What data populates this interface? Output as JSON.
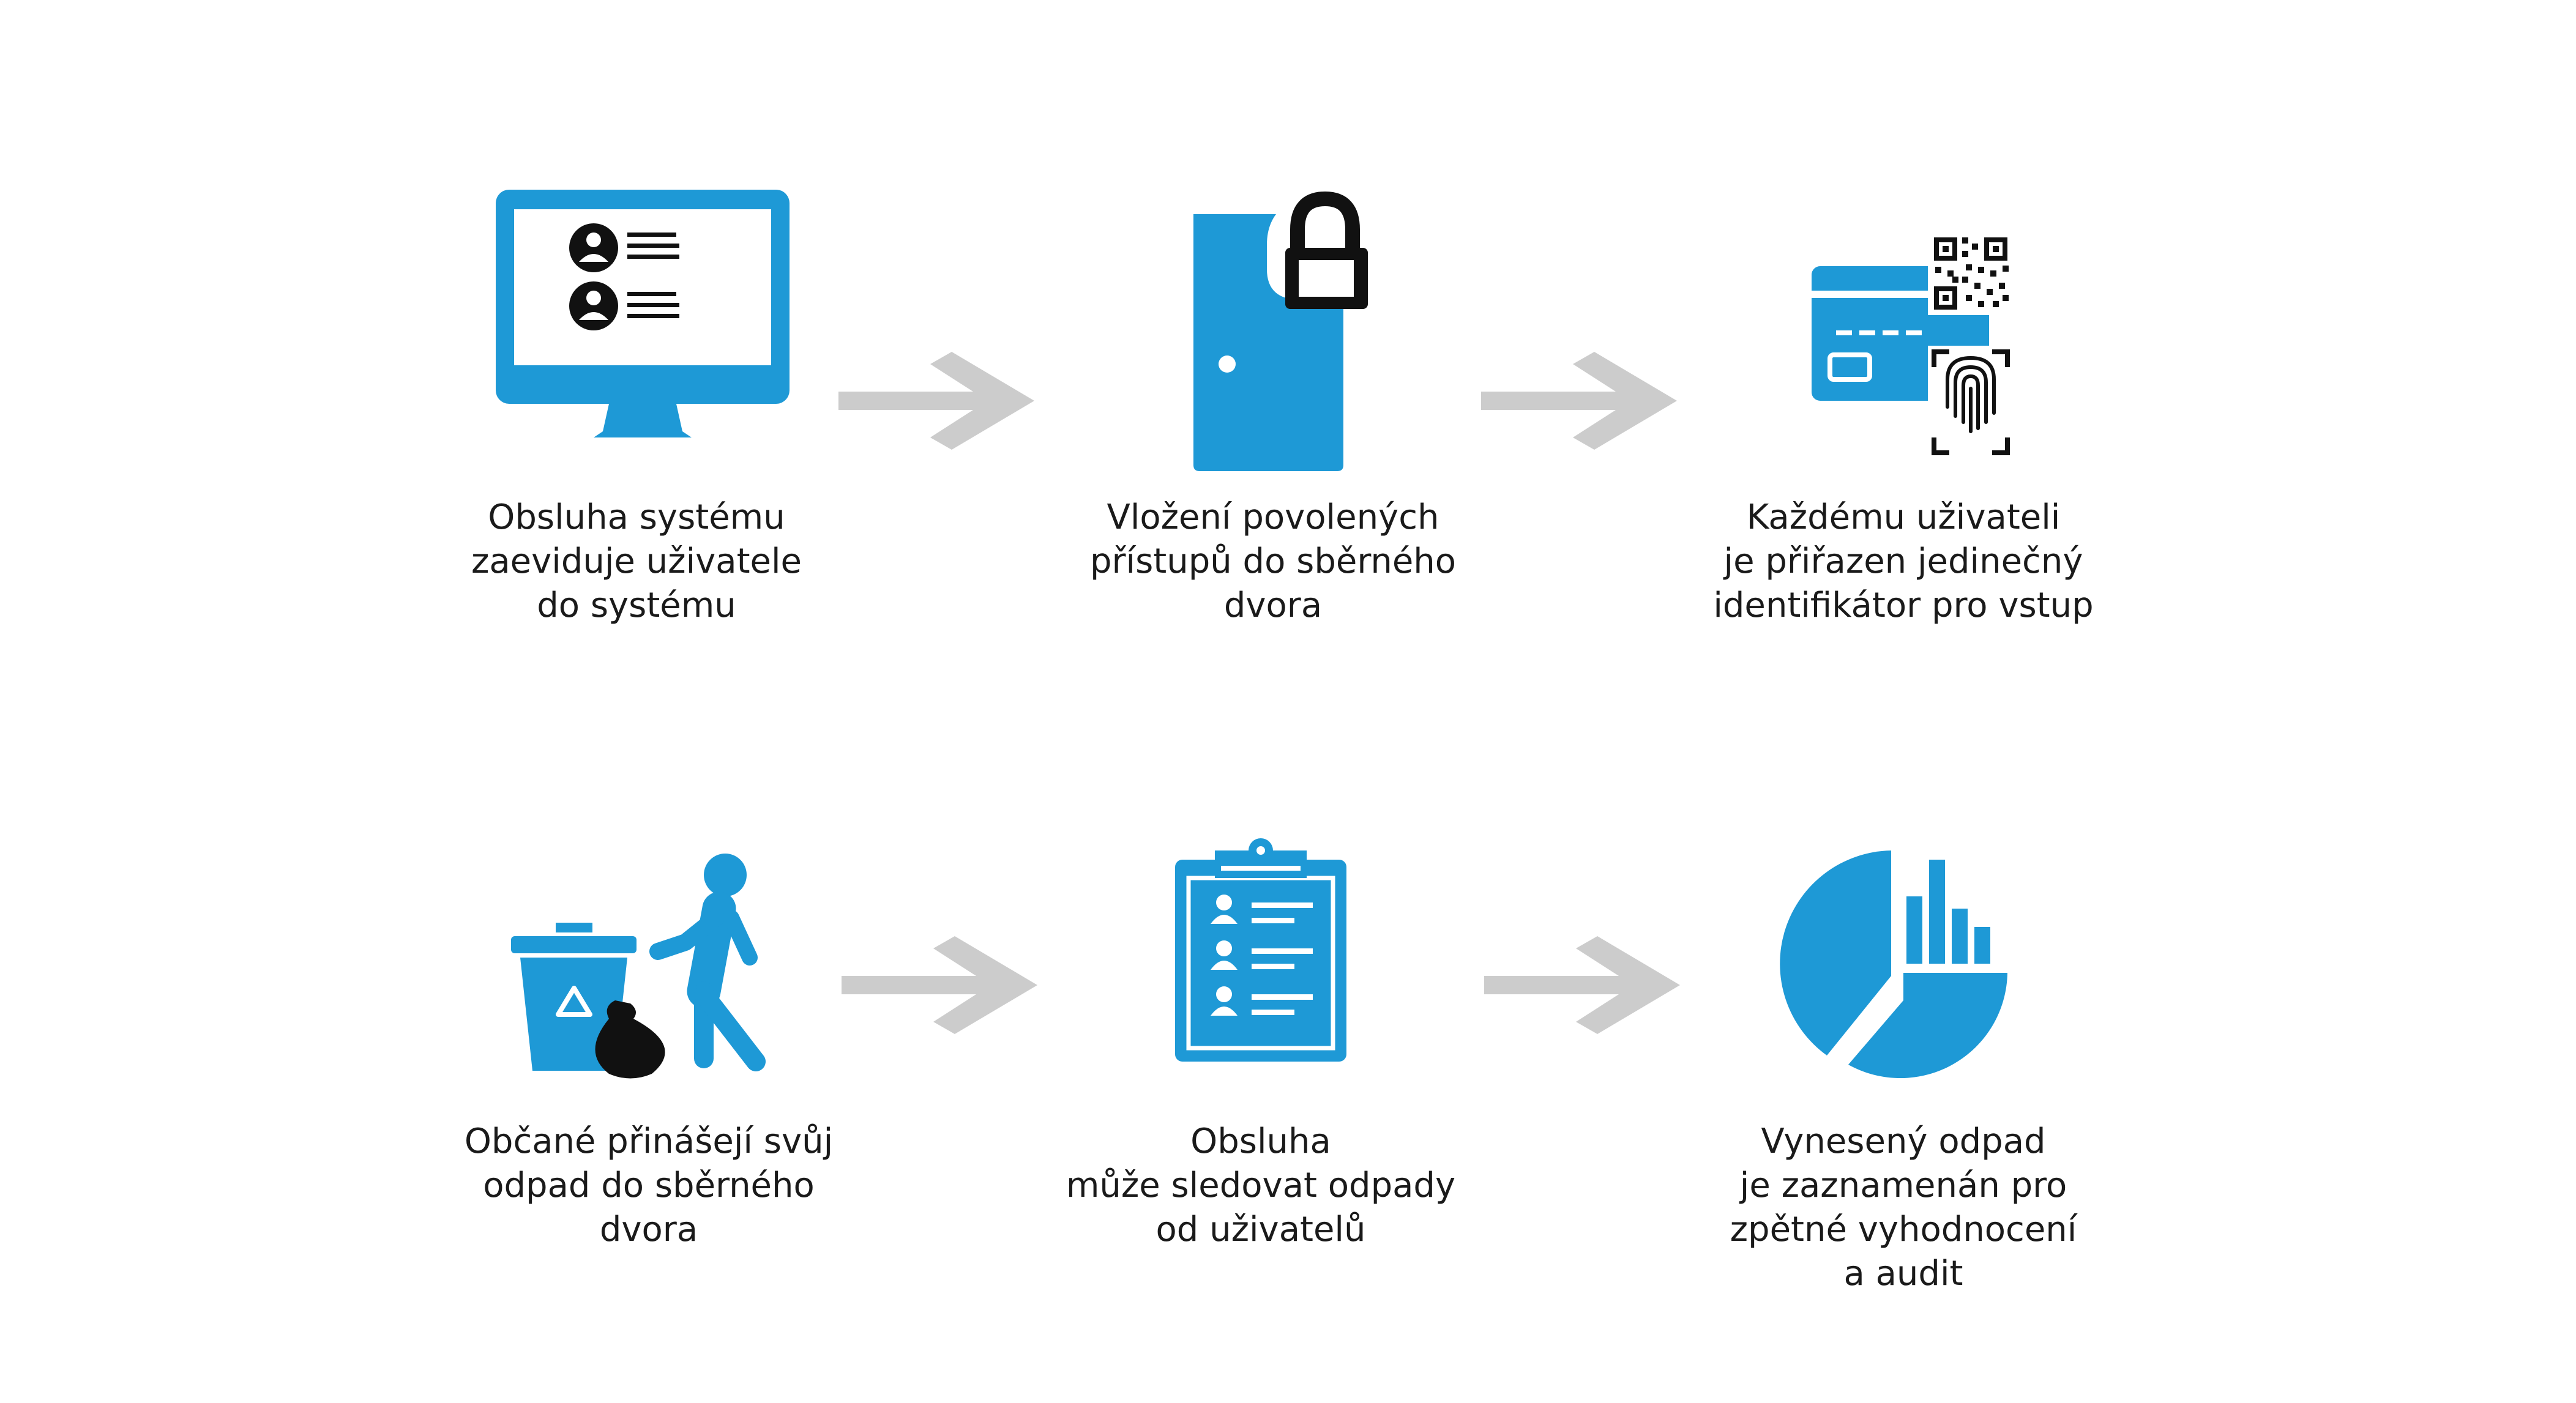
{
  "colors": {
    "accent": "#1e99d6",
    "arrow": "#cccccc",
    "dark": "#111111"
  },
  "steps": [
    {
      "id": "register-users",
      "icon": "computer-monitor-users-icon",
      "caption": "Obsluha systému\nzaeviduje uživatele\ndo systému"
    },
    {
      "id": "set-access",
      "icon": "door-lock-icon",
      "caption": "Vložení povolených\npřístupů do sběrného\ndvora"
    },
    {
      "id": "assign-identifier",
      "icon": "card-qr-fingerprint-icon",
      "caption": "Každému uživateli\nje přiřazen jedinečný\nidentifikátor pro vstup"
    },
    {
      "id": "bring-waste",
      "icon": "recycle-bin-person-bag-icon",
      "caption": "Občané přinášejí svůj\nodpad do sběrného\ndvora"
    },
    {
      "id": "track-waste",
      "icon": "clipboard-users-icon",
      "caption": "Obsluha\nmůže sledovat odpady\nod uživatelů"
    },
    {
      "id": "record-audit",
      "icon": "pie-bar-chart-icon",
      "caption": "Vynesený odpad\nje zaznamenán pro\nzpětné vyhodnocení\na audit"
    }
  ],
  "arrows": [
    {
      "from": "register-users",
      "to": "set-access"
    },
    {
      "from": "set-access",
      "to": "assign-identifier"
    },
    {
      "from": "bring-waste",
      "to": "track-waste"
    },
    {
      "from": "track-waste",
      "to": "record-audit"
    }
  ]
}
